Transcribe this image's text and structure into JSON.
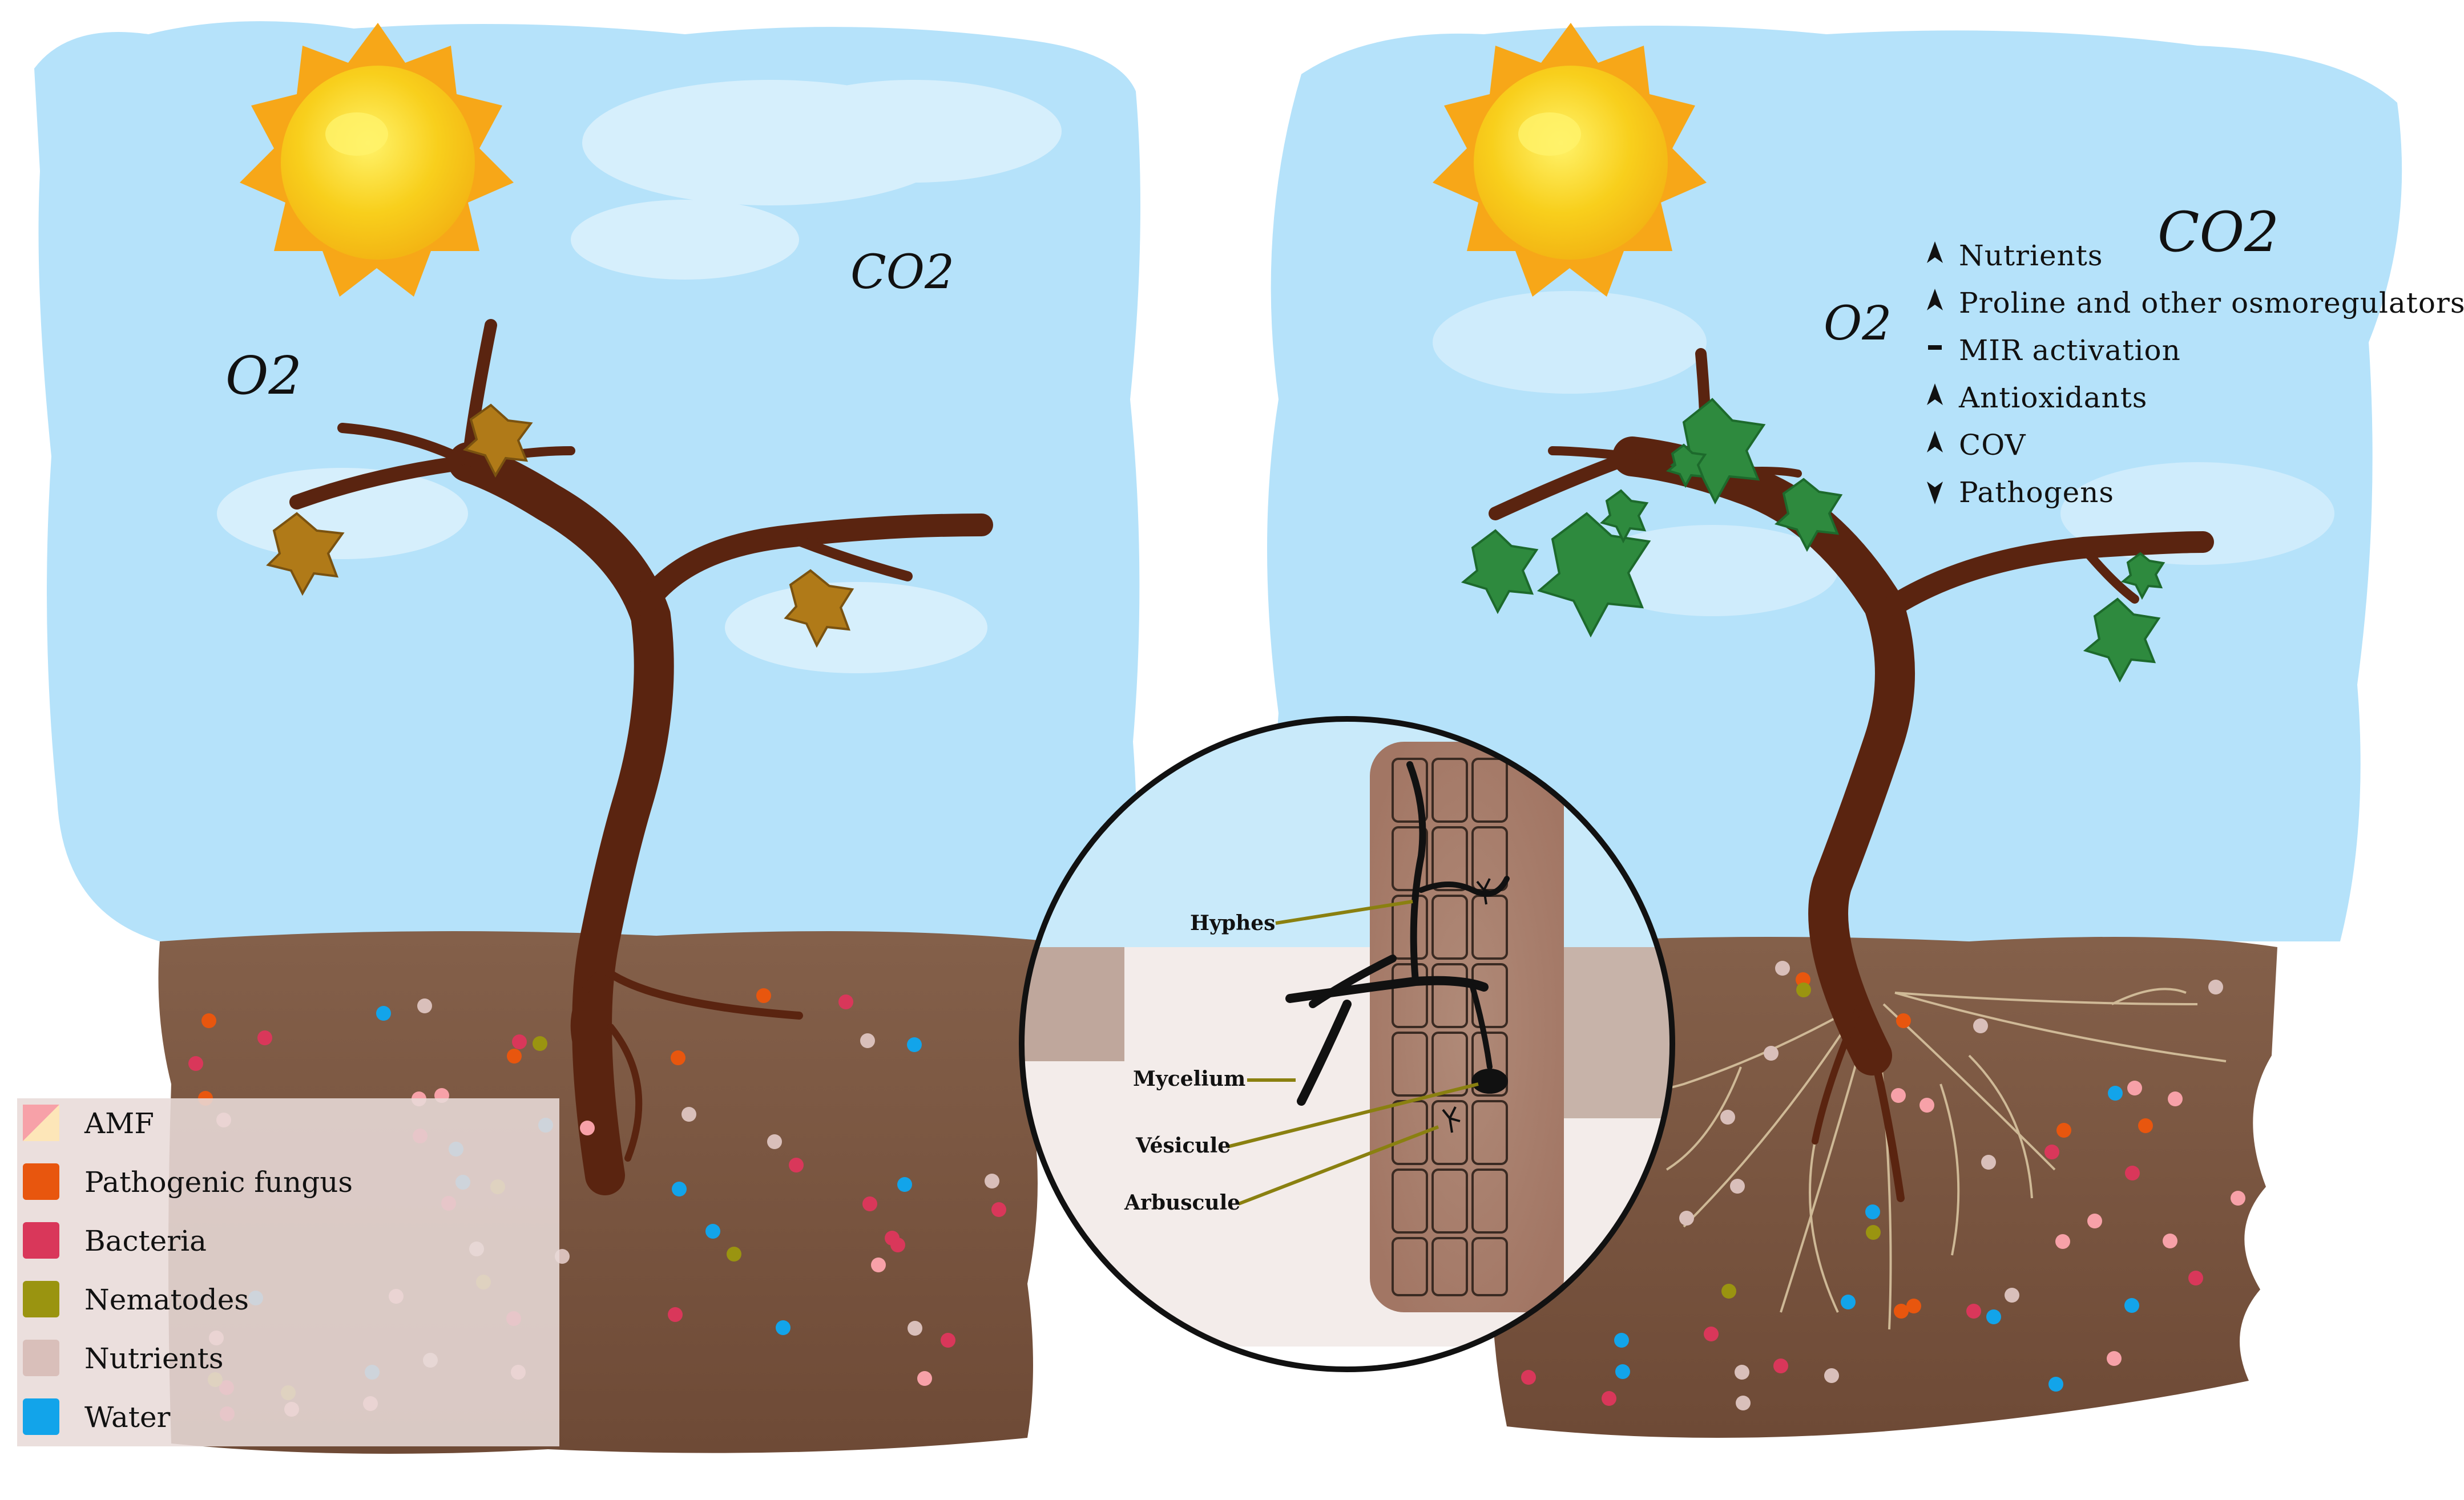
{
  "gases": {
    "o2": "O2",
    "co2": "CO2"
  },
  "effects": [
    {
      "label": "Nutrients",
      "direction": "up"
    },
    {
      "label": "Proline and other osmoregulators",
      "direction": "up"
    },
    {
      "label": "MIR activation",
      "direction": "neutral"
    },
    {
      "label": "Antioxidants",
      "direction": "up"
    },
    {
      "label": "COV",
      "direction": "up"
    },
    {
      "label": "Pathogens",
      "direction": "down"
    }
  ],
  "zoom_labels": {
    "hyphes": "Hyphes",
    "mycelium": "Mycelium",
    "vesicule": "Vésicule",
    "arbuscule": "Arbuscule"
  },
  "legend": [
    {
      "label": "AMF",
      "color": "#f7a1a8",
      "color2": "#fde6b8"
    },
    {
      "label": "Pathogenic fungus",
      "color": "#e8560e"
    },
    {
      "label": "Bacteria",
      "color": "#d9375a"
    },
    {
      "label": "Nematodes",
      "color": "#9a9410"
    },
    {
      "label": "Nutrients",
      "color": "#d9bfba"
    },
    {
      "label": "Water",
      "color": "#12a4ea"
    }
  ],
  "colors": {
    "sky": "#b5e2fa",
    "soil": "#7a5440",
    "trunk": "#5a2410",
    "sun": "#f7c718",
    "sun_rays": "#f7a718",
    "dry_leaf": "#b07a18",
    "healthy_leaf": "#2e8a3e"
  }
}
